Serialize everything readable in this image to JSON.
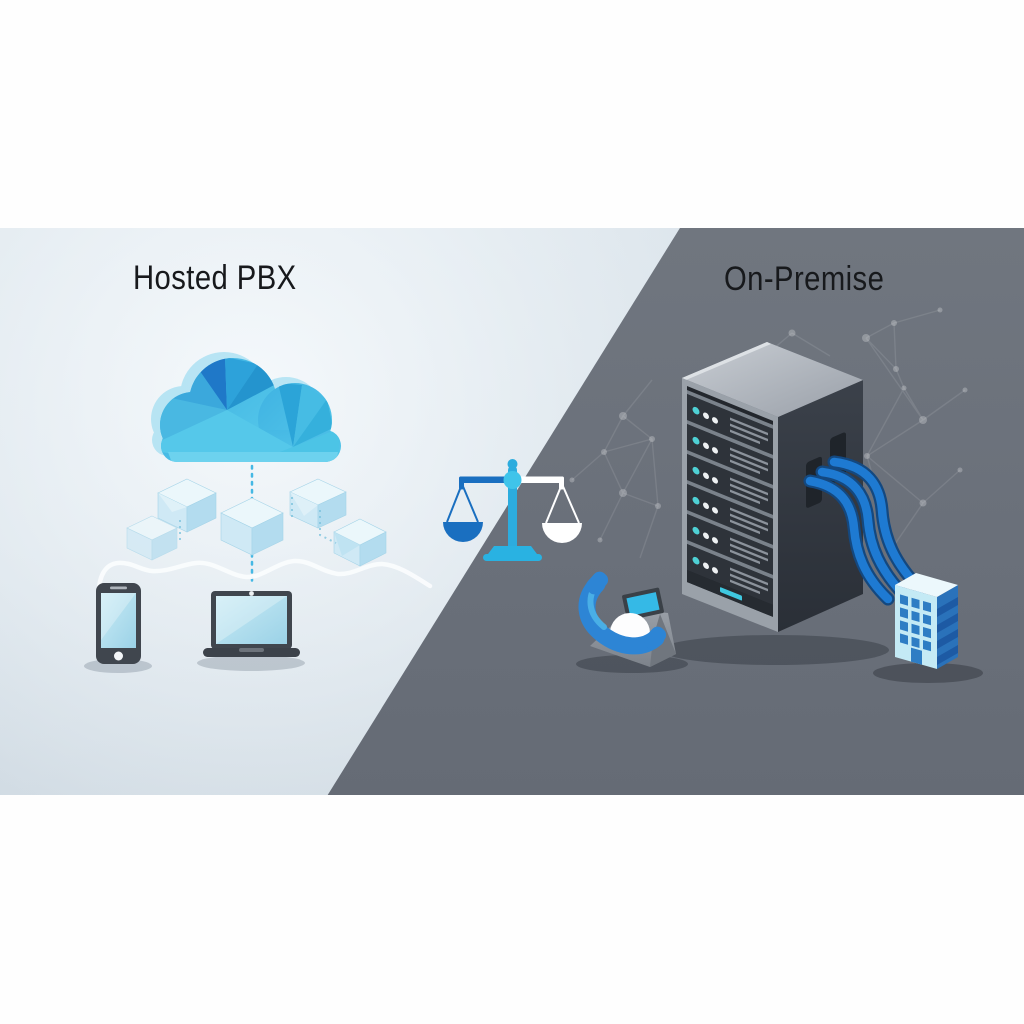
{
  "illustration": {
    "kind": "hosted-pbx-vs-on-premise-comparison",
    "panels": {
      "left": {
        "title": "Hosted PBX",
        "background": "#d7e0e7",
        "icons": [
          "polygonal-cloud-icon",
          "network-cubes-icon",
          "smartphone-icon",
          "laptop-icon",
          "dotted-cloud-link",
          "wavy-cable"
        ]
      },
      "right": {
        "title": "On-Premise",
        "background": "#6a707a",
        "icons": [
          "server-rack-icon",
          "desk-phone-icon",
          "office-building-icon",
          "blue-network-cables",
          "node-mesh-background"
        ]
      },
      "divider": {
        "icon": "balance-scale-icon",
        "left_pan_color": "#1a6fc0",
        "right_pan_color": "#ffffff",
        "stand_color": "#29b2e2"
      }
    },
    "colors": {
      "cloud_blue": "#2da6dc",
      "cloud_dark_facet": "#1f78c8",
      "cloud_light": "#6dd2ee",
      "cube_fill": "#cfe9f5",
      "device_frame": "#40464e",
      "device_screen": "#a9d9ea",
      "server_front": "#2e333a",
      "server_top": "#b3b8bf",
      "server_led": "#4ed0d4",
      "cable_blue": "#1e7ad2",
      "building_front": "#c4eaf5",
      "building_side": "#2a72ba",
      "phone_handset": "#2d85d5",
      "title_color": "#17191c",
      "left_band": "#d7e0e7",
      "right_band": "#6a707a"
    }
  }
}
